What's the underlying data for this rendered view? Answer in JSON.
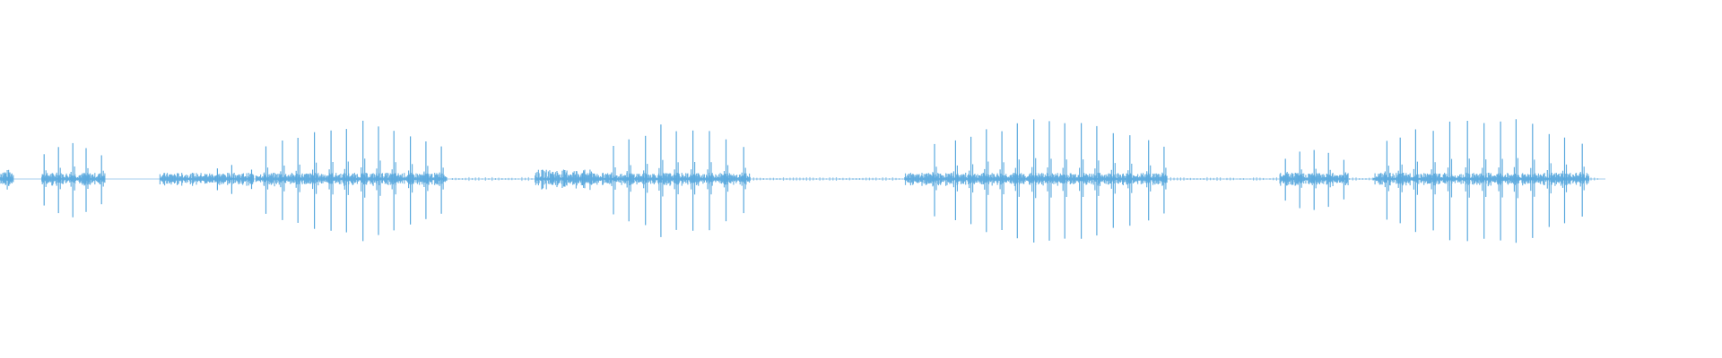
{
  "waveform": {
    "color": "#5aa9de",
    "duration_samples": 1455,
    "bursts": [
      {
        "start": 0,
        "end": 12,
        "peaks": [
          5,
          8
        ],
        "amp": 0.12,
        "kind": "noise"
      },
      {
        "start": 38,
        "end": 95,
        "peaks": [
          40,
          53,
          66,
          78,
          92
        ],
        "amp": 0.62,
        "kind": "clicks"
      },
      {
        "start": 145,
        "end": 230,
        "peaks": [
          197,
          210,
          228
        ],
        "amp": 0.22,
        "kind": "clicks"
      },
      {
        "start": 232,
        "end": 405,
        "peaks": [
          241,
          256,
          270,
          285,
          300,
          314,
          329,
          343,
          357,
          372,
          386,
          400
        ],
        "amp": 0.92,
        "kind": "clicks"
      },
      {
        "start": 485,
        "end": 540,
        "peaks": [
          500,
          512,
          528
        ],
        "amp": 0.12,
        "kind": "noise"
      },
      {
        "start": 540,
        "end": 680,
        "peaks": [
          556,
          570,
          585,
          599,
          613,
          628,
          643,
          658,
          674
        ],
        "amp": 0.88,
        "kind": "clicks"
      },
      {
        "start": 820,
        "end": 1058,
        "peaks": [
          847,
          866,
          880,
          894,
          908,
          922,
          937,
          951,
          965,
          980,
          994,
          1009,
          1024,
          1041,
          1055
        ],
        "amp": 0.96,
        "kind": "clicks"
      },
      {
        "start": 1160,
        "end": 1222,
        "peaks": [
          1165,
          1178,
          1191,
          1204,
          1218
        ],
        "amp": 0.5,
        "kind": "clicks"
      },
      {
        "start": 1245,
        "end": 1440,
        "peaks": [
          1257,
          1269,
          1283,
          1299,
          1314,
          1330,
          1345,
          1360,
          1374,
          1389,
          1404,
          1418,
          1434
        ],
        "amp": 1.0,
        "kind": "clicks"
      }
    ]
  }
}
